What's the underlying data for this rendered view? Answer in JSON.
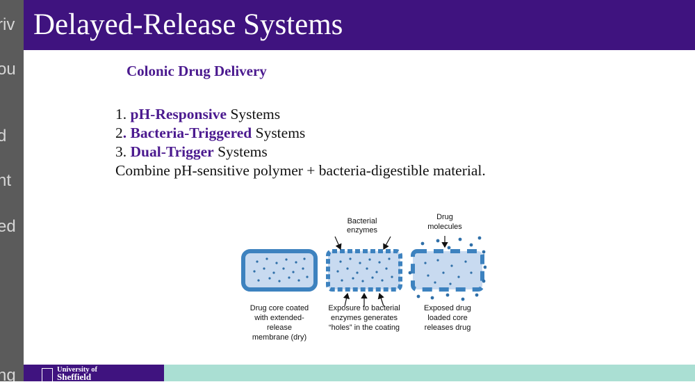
{
  "left_strip_fragments": [
    "riv",
    "ou",
    "d",
    "nt",
    "ed",
    "ng"
  ],
  "slide": {
    "title": "Delayed-Release Systems",
    "subtitle": "Colonic Drug Delivery",
    "items": [
      {
        "prefix": "1. ",
        "highlight": "pH-Responsive",
        "suffix": " Systems"
      },
      {
        "prefix": "2",
        "highlight": ". Bacteria-Triggered",
        "suffix": " Systems"
      },
      {
        "prefix": "3. ",
        "highlight": "Dual-Trigger",
        "suffix": " Systems"
      }
    ],
    "description": "Combine pH-sensitive polymer + bacteria-digestible material."
  },
  "figure": {
    "top_labels": {
      "bacterial_1": "Bacterial",
      "bacterial_2": "enzymes",
      "drug_1": "Drug",
      "drug_2": "molecules"
    },
    "captions": [
      [
        "Drug core coated",
        "with extended-",
        "release",
        "membrane (dry)"
      ],
      [
        "Exposure to bacterial",
        "enzymes generates",
        "“holes” in the coating"
      ],
      [
        "Exposed drug",
        "loaded core",
        "releases drug"
      ]
    ],
    "colors": {
      "coating": "#3d82bf",
      "core": "#c8daf0",
      "dot": "#2f6fa8"
    }
  },
  "footer": {
    "logo_line1": "University of",
    "logo_line2": "Sheffield",
    "colors": {
      "bar": "#aadfd3",
      "logo_bg": "#3f137f"
    }
  }
}
